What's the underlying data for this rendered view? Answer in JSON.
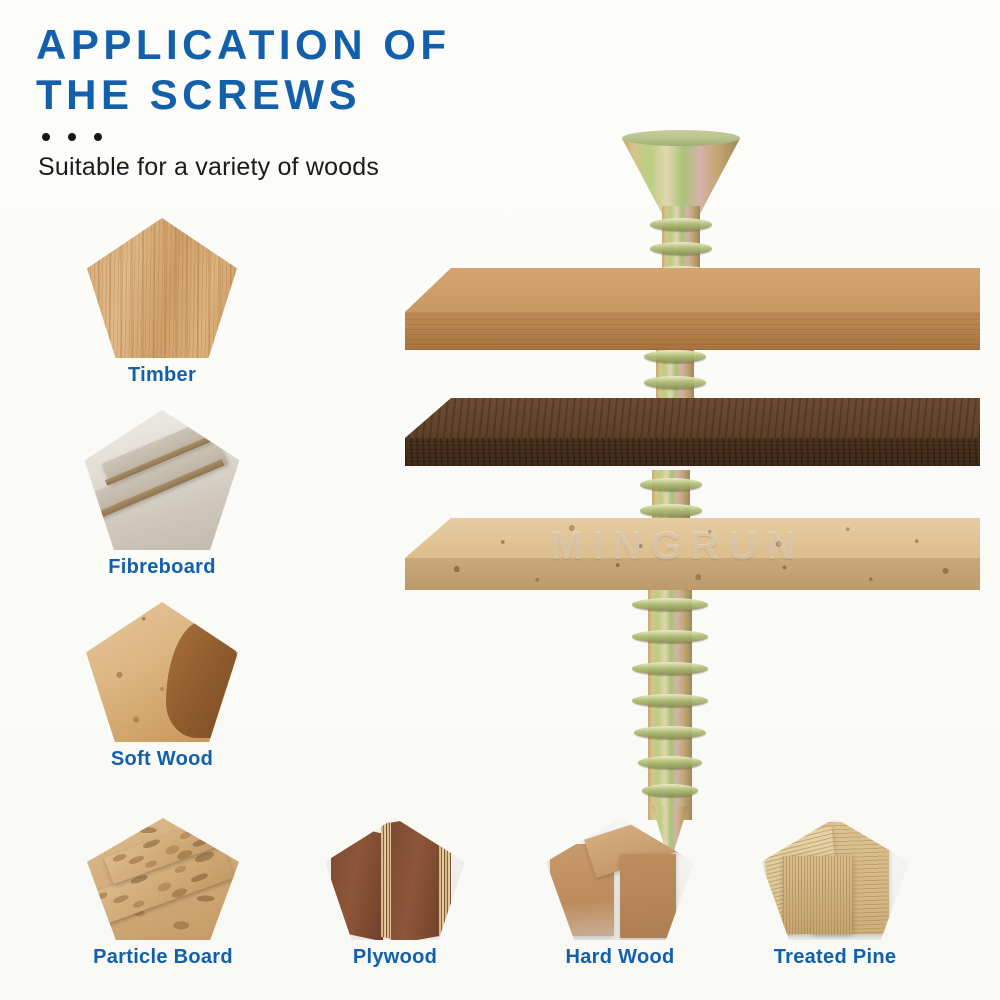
{
  "header": {
    "title": "APPLICATION OF\nTHE SCREWS",
    "subtitle": "Suitable for a variety of woods",
    "dot_count": 3
  },
  "colors": {
    "heading_blue": "#1260ab",
    "label_blue": "#1260ab",
    "subtitle_dark": "#1b1b1b",
    "background": "#fbfbf9",
    "screw_plating": "#c4b072"
  },
  "left_column": [
    {
      "label": "Timber",
      "material": "oak-veneer",
      "shape": "pentagon"
    },
    {
      "label": "Fibreboard",
      "material": "mdf-panels",
      "shape": "pentagon"
    },
    {
      "label": "Soft Wood",
      "material": "cork-sheet",
      "shape": "pentagon"
    }
  ],
  "bottom_row": [
    {
      "label": "Particle Board",
      "material": "osb-chipboard",
      "shape": "pentagon"
    },
    {
      "label": "Plywood",
      "material": "plywood-layers",
      "shape": "pentagon"
    },
    {
      "label": "Hard Wood",
      "material": "hardwood-block",
      "shape": "pentagon"
    },
    {
      "label": "Treated Pine",
      "material": "pine-timber",
      "shape": "pentagon"
    }
  ],
  "assembly": {
    "watermark": "MINGRUN",
    "boards": [
      {
        "name": "Timber board",
        "material": "light oak",
        "order": 1
      },
      {
        "name": "Fibreboard board",
        "material": "dark fibreboard",
        "order": 2
      },
      {
        "name": "Particle board",
        "material": "cork particle",
        "order": 3
      }
    ],
    "screw": {
      "type": "countersunk flat head wood screw",
      "finish": "yellow zinc iridescent",
      "thread": "coarse single-lead",
      "tip": "sharp point"
    }
  }
}
